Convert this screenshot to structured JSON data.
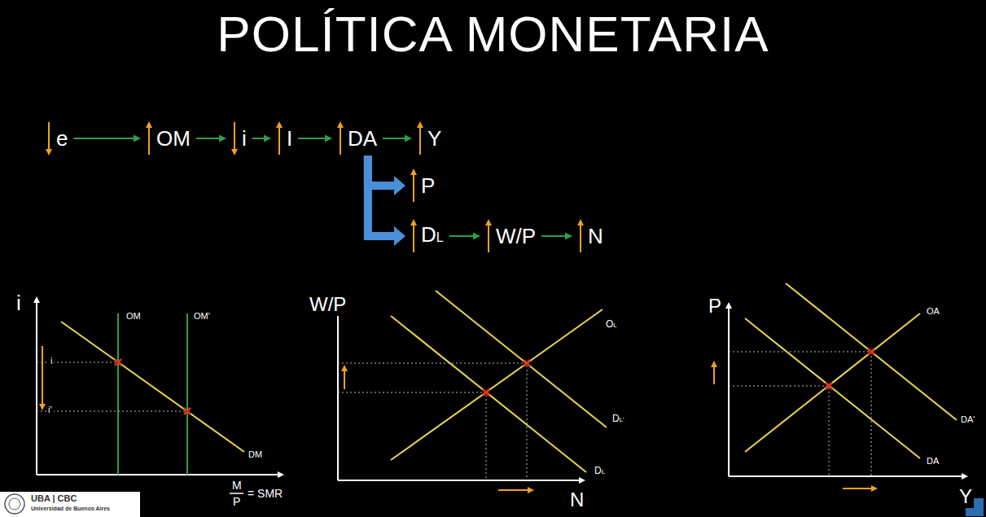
{
  "diagram": {
    "title": "POLÍTICA MONETARIA",
    "nodes": [
      {
        "text": [
          "e"
        ]
      },
      {
        "text": [
          "OM"
        ]
      },
      {
        "text": [
          "i"
        ]
      },
      {
        "text": [
          "I"
        ]
      },
      {
        "text": [
          "DA"
        ]
      },
      {
        "text": [
          "Y"
        ]
      },
      {
        "text": [
          "P"
        ]
      },
      {
        "text": [
          "DL"
        ]
      },
      {
        "text": [
          "W/P"
        ]
      },
      {
        "text": [
          "N"
        ]
      }
    ],
    "edges": [
      {
        "from": 0,
        "to": 1,
        "arrow": "to"
      },
      {
        "from": 1,
        "to": 2,
        "arrow": "to"
      },
      {
        "from": 2,
        "to": 3,
        "arrow": "to"
      },
      {
        "from": 3,
        "to": 4,
        "arrow": "to"
      },
      {
        "from": 4,
        "to": 5,
        "arrow": "to"
      },
      {
        "from": 4,
        "to": 6,
        "arrow": "to"
      },
      {
        "from": 4,
        "to": 7,
        "arrow": "to"
      },
      {
        "from": 7,
        "to": 8,
        "arrow": "to"
      },
      {
        "from": 8,
        "to": 9,
        "arrow": "to"
      }
    ],
    "labels": [
      "i",
      "OM",
      "OM'",
      "i",
      "i'",
      "DM",
      "M",
      "P",
      "= SMR",
      "W/P",
      "OL",
      "DL'",
      "DL",
      "N",
      "P",
      "OA",
      "DA'",
      "DA",
      "Y",
      "UBA | CBC",
      "Universidad de Buenos Aires"
    ]
  }
}
